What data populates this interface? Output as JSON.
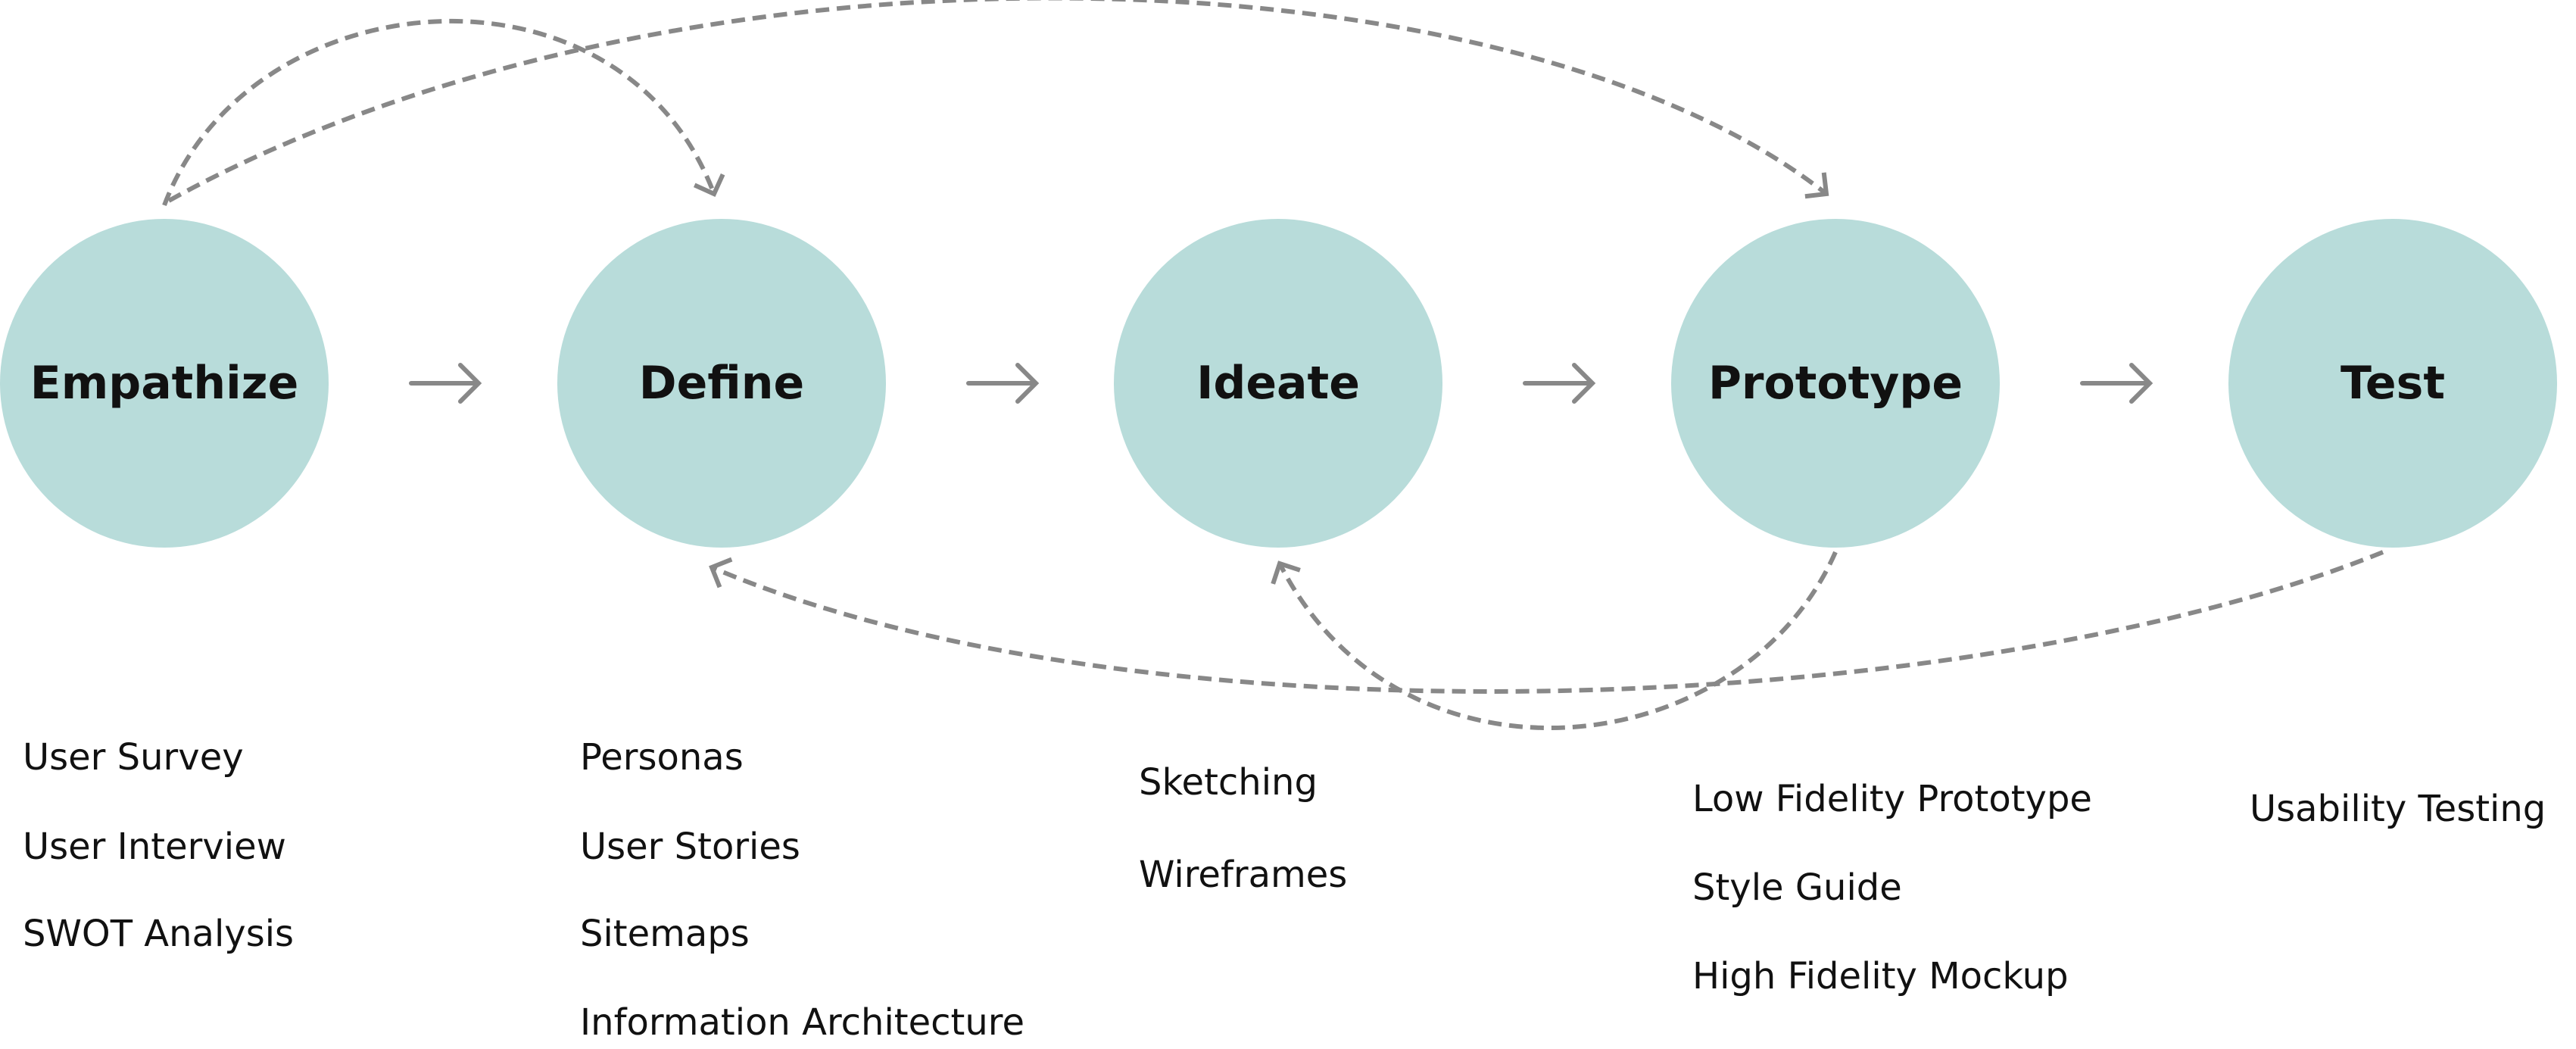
{
  "colors": {
    "circle": "#b8dcda",
    "arrow": "#888888",
    "text": "#111111"
  },
  "stages": [
    {
      "label": "Empathize",
      "methods": [
        "User Survey",
        "User Interview",
        "SWOT Analysis"
      ]
    },
    {
      "label": "Define",
      "methods": [
        "Personas",
        "User Stories",
        "Sitemaps",
        "Information Architecture"
      ]
    },
    {
      "label": "Ideate",
      "methods": [
        "Sketching",
        "Wireframes"
      ]
    },
    {
      "label": "Prototype",
      "methods": [
        "Low Fidelity Prototype",
        "Style Guide",
        "High Fidelity Mockup"
      ]
    },
    {
      "label": "Test",
      "methods": [
        "Usability Testing"
      ]
    }
  ],
  "feedback_loops": [
    {
      "from": "Empathize",
      "to": "Define"
    },
    {
      "from": "Empathize",
      "to": "Prototype"
    },
    {
      "from": "Test",
      "to": "Define"
    },
    {
      "from": "Prototype",
      "to": "Ideate"
    }
  ]
}
